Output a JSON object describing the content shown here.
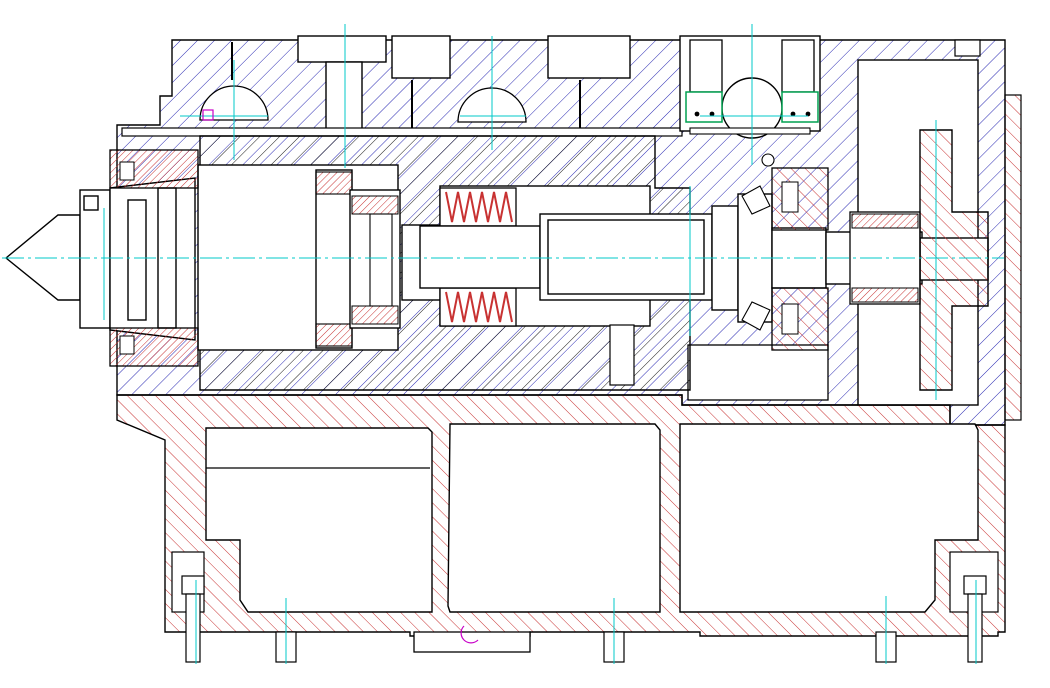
{
  "drawing": {
    "type": "cad-section",
    "colors": {
      "background": "#ffffff",
      "outline": "#000000",
      "hatch_blue": "#2b2bb3",
      "hatch_red": "#c83232",
      "centerline": "#00c8c8",
      "green_parts": "#00a050",
      "magenta_mark": "#c800c8"
    },
    "parts": [
      "housing-upper",
      "housing-base",
      "quill",
      "live-center",
      "front-bearing",
      "rear-bearing",
      "disc-spring-pack",
      "inner-shaft",
      "thrust-bearing",
      "rear-cover",
      "handwheel-disc",
      "clamp-levers",
      "mounting-bolts"
    ]
  }
}
